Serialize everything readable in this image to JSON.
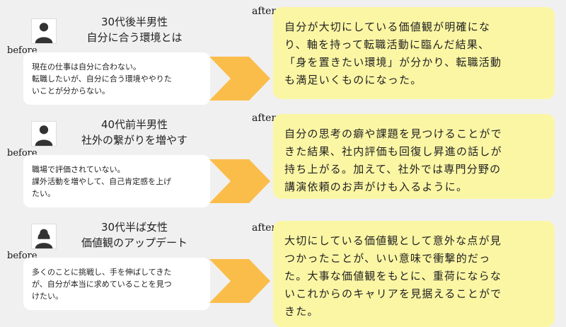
{
  "colors": {
    "arrow": "#fbbd4a",
    "after_bg": "#fbf6a4",
    "before_bg": "#ffffff",
    "page_bg": "#f0f0f0"
  },
  "cases": [
    {
      "avatar_icon": "male-person-icon",
      "persona_line1": "30代後半男性",
      "persona_line2": "自分に合う環境とは",
      "before_label": "before",
      "before_line1": "現在の仕事は自分に合わない。",
      "before_line2": "転職したいが、自分に合う環境ややりた",
      "before_line3": "いことが分からない。",
      "after_label": "after",
      "after_line1": "自分が大切にしている価値観が明確にな",
      "after_line2": "り、軸を持って転職活動に臨んだ結果、",
      "after_line3": "「身を置きたい環境」が分かり、転職活動",
      "after_line4": "も満足いくものになった。",
      "after_line5": ""
    },
    {
      "avatar_icon": "male-person-icon",
      "persona_line1": "40代前半男性",
      "persona_line2": "社外の繋がりを増やす",
      "before_label": "before",
      "before_line1": "職場で評価されていない。",
      "before_line2": "課外活動を増やして、自己肯定感を上げ",
      "before_line3": "たい。",
      "after_label": "after",
      "after_line1": "自分の思考の癖や課題を見つけることがで",
      "after_line2": "きた結果、社内評価も回復し昇進の話しが",
      "after_line3": "持ち上がる。加えて、社外では専門分野の",
      "after_line4": "講演依頼のお声がけも入るように。",
      "after_line5": ""
    },
    {
      "avatar_icon": "female-person-icon",
      "persona_line1": "30代半ば女性",
      "persona_line2": "価値観のアップデート",
      "before_label": "before",
      "before_line1": "多くのことに挑戦し、手を伸ばしてきた",
      "before_line2": "が、自分が本当に求めていることを見つ",
      "before_line3": "けたい。",
      "after_label": "after",
      "after_line1": "大切にしている価値観として意外な点が見",
      "after_line2": "つかったことが、いい意味で衝撃的だっ",
      "after_line3": "た。大事な価値観をもとに、重荷にならな",
      "after_line4": "いこれからのキャリアを見据えることがで",
      "after_line5": "きた。"
    }
  ]
}
